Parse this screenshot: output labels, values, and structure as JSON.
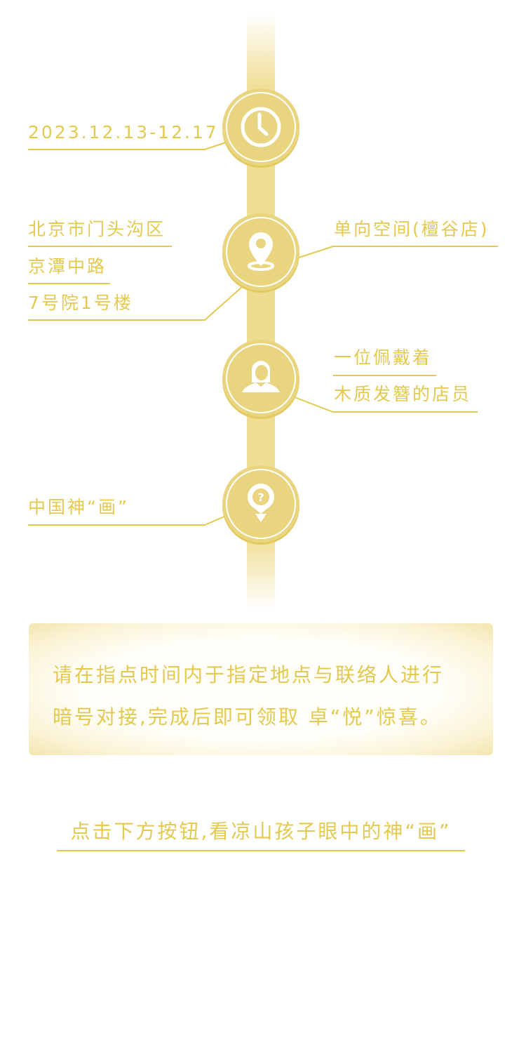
{
  "timeline": {
    "date": "2023.12.13-12.17",
    "address_lines": [
      "北京市门头沟区",
      "京潭中路",
      "7号院1号楼"
    ],
    "venue": "单向空间(檀谷店)",
    "contact_lines": [
      "一位佩戴着",
      "木质发簪的店员"
    ],
    "code": "中国神“画”"
  },
  "notice": {
    "line1": "请在指点时间内于指定地点与联络人进行",
    "line2": "暗号对接,完成后即可领取 卓“悦”惊喜。"
  },
  "cta": {
    "label": "点击下方按钮,看凉山孩子眼中的神“画”"
  },
  "colors": {
    "accent": "#e3c94f",
    "node": "#e9d57f",
    "bar": "#eedb8e"
  }
}
